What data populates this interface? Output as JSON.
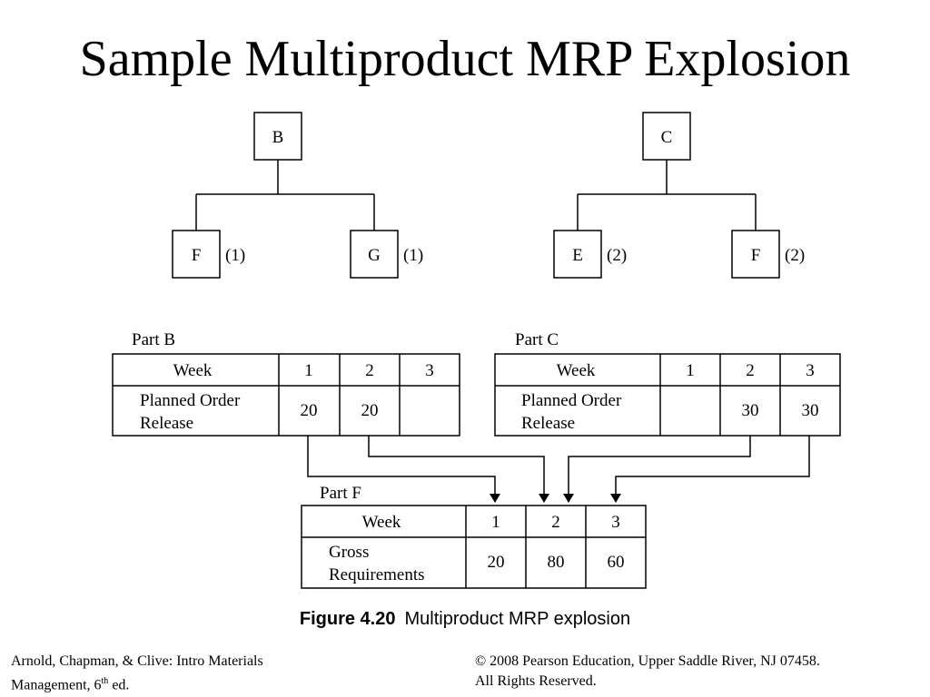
{
  "title": "Sample Multiproduct MRP Explosion",
  "trees": [
    {
      "parent": "B",
      "children": [
        {
          "item": "F",
          "qty": "(1)"
        },
        {
          "item": "G",
          "qty": "(1)"
        }
      ]
    },
    {
      "parent": "C",
      "children": [
        {
          "item": "E",
          "qty": "(2)"
        },
        {
          "item": "F",
          "qty": "(2)"
        }
      ]
    }
  ],
  "tables": {
    "part_b": {
      "label": "Part B",
      "header": "Week",
      "weeks": [
        "1",
        "2",
        "3"
      ],
      "row_label_line1": "Planned Order",
      "row_label_line2": "Release",
      "values": [
        "20",
        "20",
        ""
      ]
    },
    "part_c": {
      "label": "Part C",
      "header": "Week",
      "weeks": [
        "1",
        "2",
        "3"
      ],
      "row_label_line1": "Planned Order",
      "row_label_line2": "Release",
      "values": [
        "",
        "30",
        "30"
      ]
    },
    "part_f": {
      "label": "Part F",
      "header": "Week",
      "weeks": [
        "1",
        "2",
        "3"
      ],
      "row_label_line1": "Gross",
      "row_label_line2": "Requirements",
      "values": [
        "20",
        "80",
        "60"
      ]
    }
  },
  "caption": {
    "label": "Figure 4.20",
    "text": "Multiproduct MRP explosion"
  },
  "footer": {
    "left_line1": "Arnold, Chapman, & Clive: Intro Materials",
    "left_line2_prefix": "Management, 6",
    "left_line2_sup": "th",
    "left_line2_suffix": " ed.",
    "right_line1": "© 2008 Pearson Education, Upper Saddle River, NJ 07458.",
    "right_line2": "All Rights Reserved."
  }
}
